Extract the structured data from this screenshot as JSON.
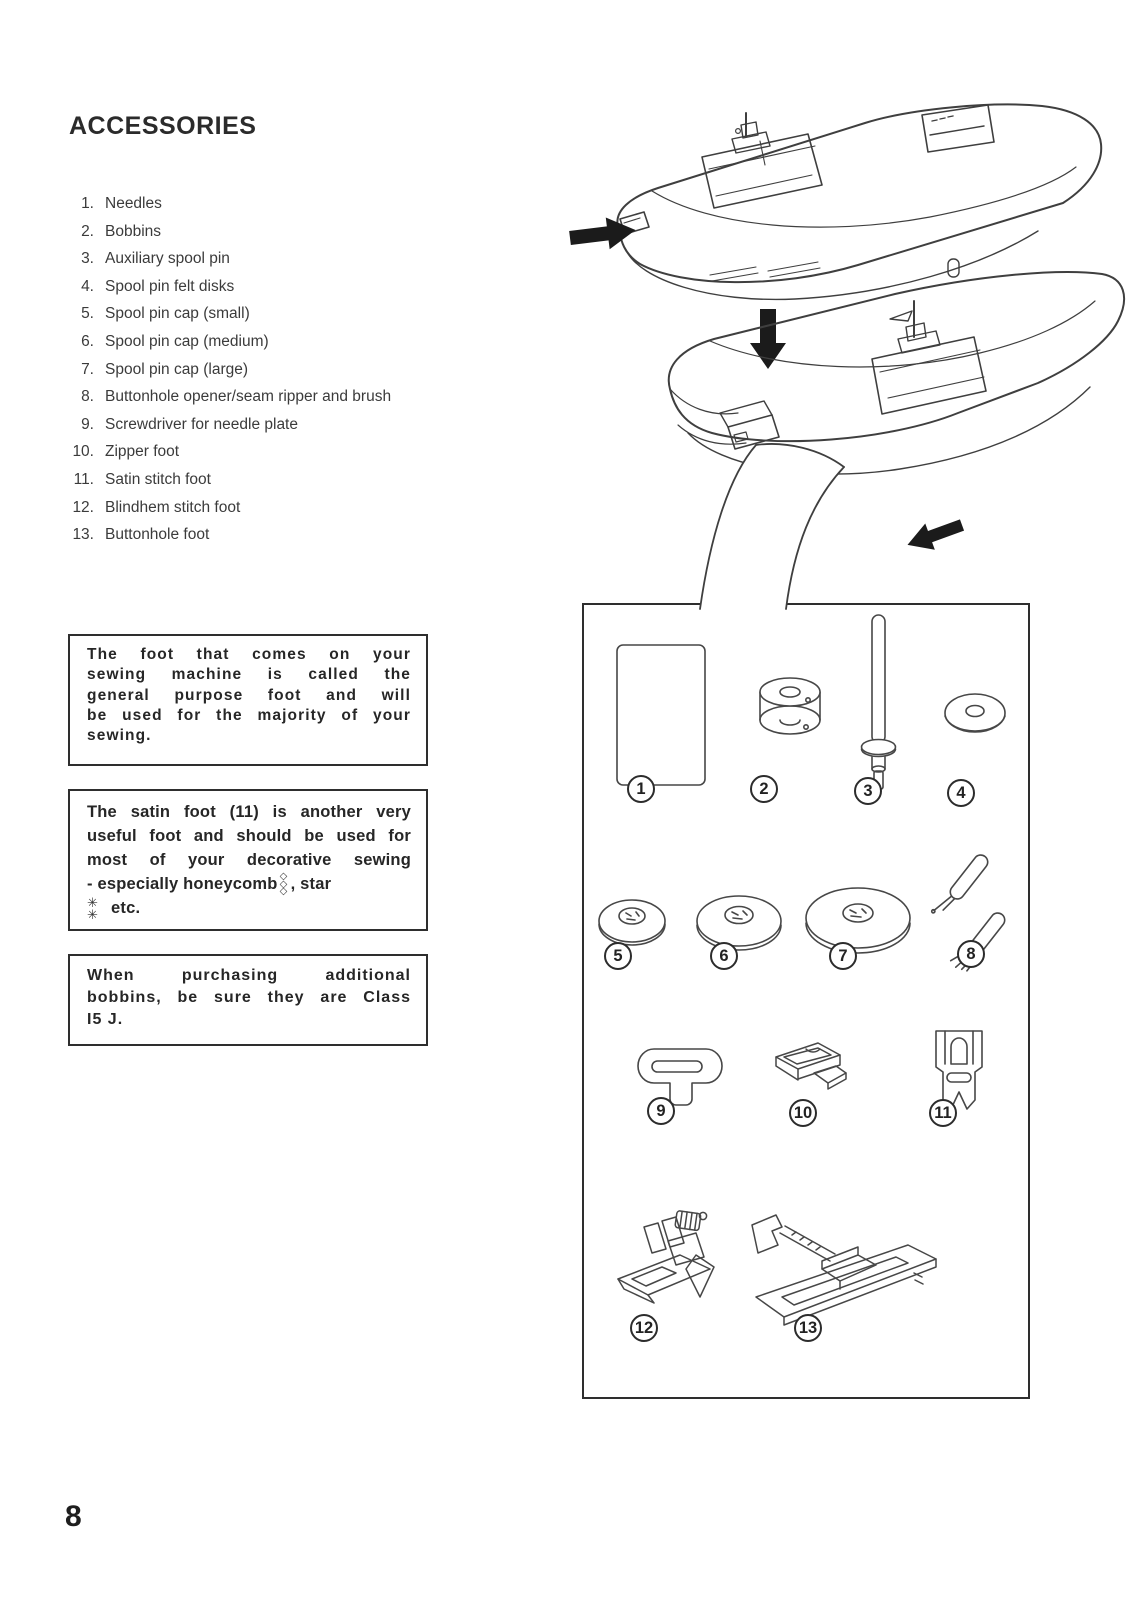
{
  "page": {
    "title": "ACCESSORIES",
    "number": "8"
  },
  "accessories_list": [
    {
      "num": "1.",
      "label": "Needles"
    },
    {
      "num": "2.",
      "label": "Bobbins"
    },
    {
      "num": "3.",
      "label": "Auxiliary spool pin"
    },
    {
      "num": "4.",
      "label": "Spool pin felt disks"
    },
    {
      "num": "5.",
      "label": "Spool pin cap (small)"
    },
    {
      "num": "6.",
      "label": "Spool pin cap (medium)"
    },
    {
      "num": "7.",
      "label": "Spool pin cap (large)"
    },
    {
      "num": "8.",
      "label": "Buttonhole opener/seam ripper and brush"
    },
    {
      "num": "9.",
      "label": "Screwdriver for needle plate"
    },
    {
      "num": "10.",
      "label": "Zipper foot"
    },
    {
      "num": "11.",
      "label": "Satin stitch foot"
    },
    {
      "num": "12.",
      "label": "Blindhem stitch foot"
    },
    {
      "num": "13.",
      "label": "Buttonhole foot"
    }
  ],
  "notes": {
    "note1": {
      "lines": [
        "The foot that comes on your",
        "sewing machine is called the",
        "general purpose foot and will",
        "be used for the majority of your",
        "sewing."
      ]
    },
    "note2": {
      "lines": [
        "The satin foot (11) is another very",
        "useful foot and should be used for",
        "most of your decorative sewing"
      ],
      "line4_text": "- especially honeycomb",
      "honeycomb_symbol": "◇◇◇",
      "line4_tail": ", star",
      "star_symbol": "✳✳",
      "line5_tail": "etc."
    },
    "note3": {
      "lines": [
        "When purchasing additional",
        "bobbins, be sure they are Class",
        "I5 J."
      ]
    }
  },
  "diagram": {
    "callout_numbers": [
      "1",
      "2",
      "3",
      "4",
      "5",
      "6",
      "7",
      "8",
      "9",
      "10",
      "11",
      "12",
      "13"
    ]
  },
  "colors": {
    "ink": "#303030",
    "line_art": "#3f3f3f",
    "arrow": "#1b1b1b",
    "paper": "#ffffff"
  }
}
